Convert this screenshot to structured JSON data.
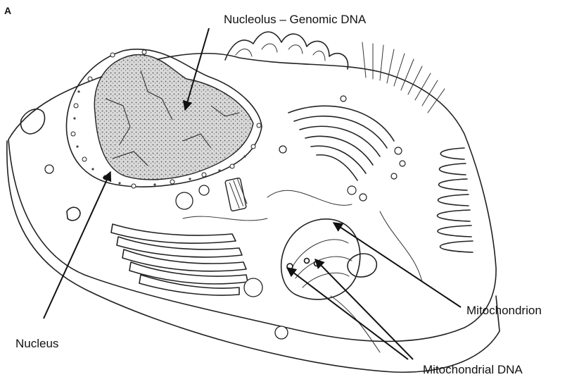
{
  "figure": {
    "panel_label": "A",
    "labels": {
      "nucleolus": "Nucleolus – Genomic DNA",
      "nucleus": "Nucleus",
      "mitochondrion": "Mitochondrion",
      "mitochondrial_dna": "Mitochondrial DNA"
    }
  }
}
